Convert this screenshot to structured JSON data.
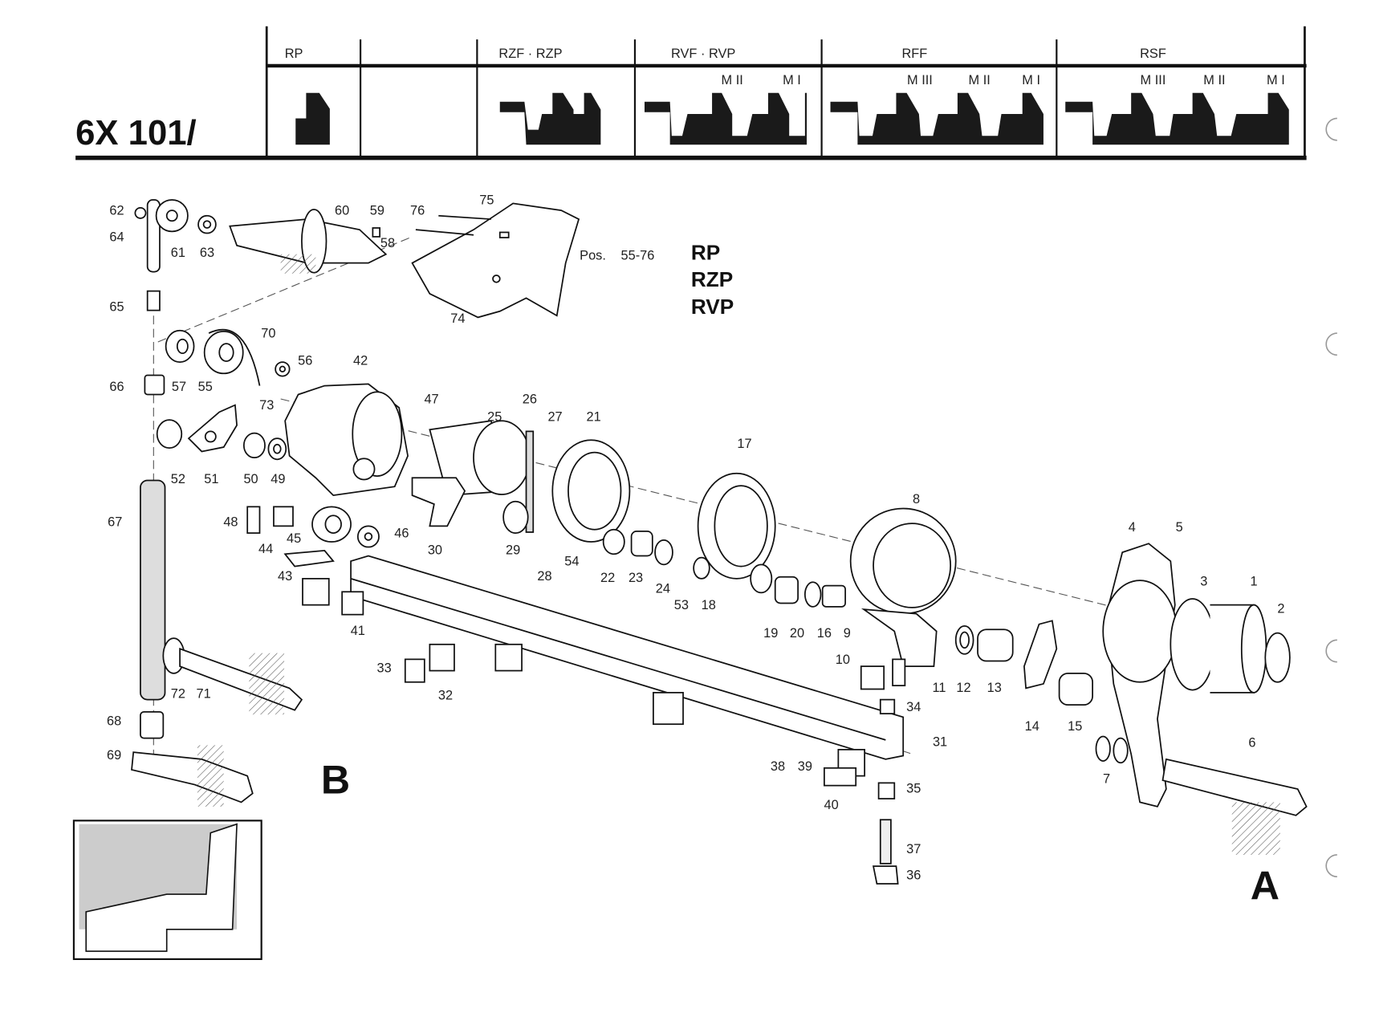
{
  "header": {
    "title": "6X 101/",
    "columns": [
      {
        "name": "RP",
        "sub": []
      },
      {
        "name": "",
        "sub": []
      },
      {
        "name": "RZF · RZP",
        "sub": []
      },
      {
        "name": "RVF · RVP",
        "sub": [
          "M II",
          "M I"
        ]
      },
      {
        "name": "RFF",
        "sub": [
          "M III",
          "M II",
          "M I"
        ]
      },
      {
        "name": "RSF",
        "sub": [
          "M III",
          "M II",
          "M I"
        ]
      }
    ]
  },
  "note": {
    "pos_prefix": "Pos.",
    "pos_range": "55-76",
    "models": [
      "RP",
      "RZP",
      "RVP"
    ]
  },
  "views": {
    "b": "B",
    "a": "A"
  },
  "part_numbers": [
    "62",
    "64",
    "61",
    "63",
    "60",
    "59",
    "58",
    "76",
    "75",
    "74",
    "65",
    "70",
    "56",
    "57",
    "55",
    "66",
    "42",
    "73",
    "47",
    "26",
    "25",
    "27",
    "21",
    "17",
    "52",
    "51",
    "50",
    "49",
    "67",
    "48",
    "44",
    "45",
    "46",
    "43",
    "30",
    "29",
    "28",
    "54",
    "22",
    "23",
    "24",
    "53",
    "18",
    "8",
    "4",
    "5",
    "3",
    "1",
    "2",
    "41",
    "19",
    "20",
    "16",
    "9",
    "10",
    "11",
    "12",
    "13",
    "14",
    "15",
    "33",
    "32",
    "72",
    "71",
    "68",
    "34",
    "31",
    "69",
    "38",
    "39",
    "7",
    "6",
    "40",
    "35",
    "37",
    "36"
  ],
  "colors": {
    "ink": "#111111",
    "paper": "#ffffff"
  }
}
